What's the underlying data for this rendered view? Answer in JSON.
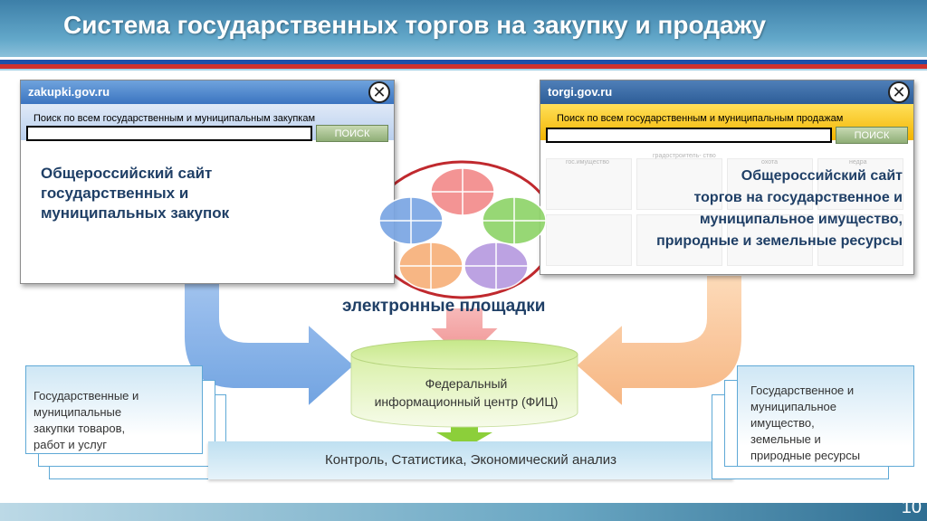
{
  "header": {
    "title": "Система государственных торгов на закупку и продажу"
  },
  "left_site": {
    "url": "zakupki.gov.ru",
    "search_label": "Поиск по всем государственным и муниципальным закупкам",
    "search_value": "",
    "search_button": "ПОИСК",
    "description_lines": [
      "Общероссийский сайт",
      "государственных и",
      "муниципальных закупок"
    ]
  },
  "right_site": {
    "url": "torgi.gov.ru",
    "search_label": "Поиск по всем государственным и муниципальным продажам",
    "search_value": "",
    "search_button": "ПОИСК",
    "thumb_labels": [
      "гос.имущество",
      "градостроитель-\nство",
      "охота",
      "недра"
    ],
    "description_lines": [
      "Общероссийский сайт",
      "торгов на государственное и",
      "муниципальное имущество,",
      "природные и земельные ресурсы"
    ]
  },
  "platforms": {
    "label": "электронные площадки",
    "colors": [
      "#f28c8c",
      "#8fd46a",
      "#b79be0",
      "#f7b07a",
      "#7aa6e3"
    ]
  },
  "fic": {
    "lines": [
      "Федеральный",
      "информационный центр (ФИЦ)"
    ]
  },
  "bottom_left": {
    "lines": [
      "Государственные и",
      "муниципальные",
      "закупки товаров,",
      "работ и услуг"
    ]
  },
  "bottom_right": {
    "lines": [
      "Государственное и",
      "муниципальное",
      "имущество,",
      "земельные и",
      "природные ресурсы"
    ]
  },
  "band": {
    "text": "Контроль, Статистика, Экономический анализ"
  },
  "footer": {
    "page_number": "10"
  }
}
